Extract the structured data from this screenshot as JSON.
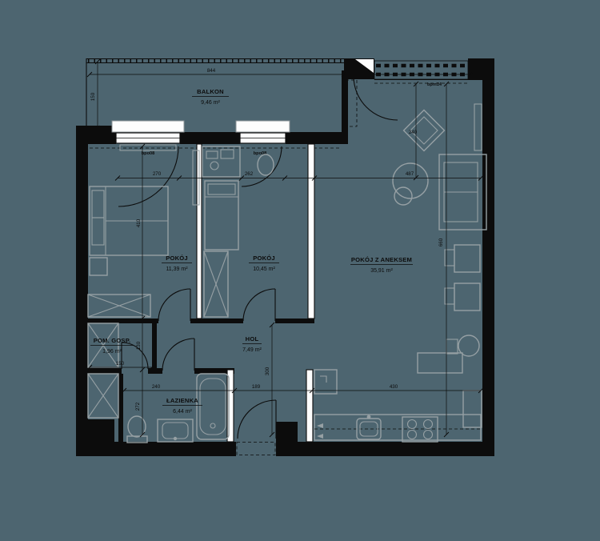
{
  "colors": {
    "background": "#4d6570",
    "walls": "#0c0c0c",
    "furniture": "#96a0a4",
    "white": "#fdfdfd"
  },
  "rooms": {
    "balkon": {
      "name": "BALKON",
      "area": "9,46 m²"
    },
    "pokoj_1": {
      "name": "POKÓJ",
      "area": "11,39 m²"
    },
    "pokoj_2": {
      "name": "POKÓJ",
      "area": "10,45 m²"
    },
    "pokoj_z_aneksem": {
      "name": "POKÓJ Z ANEKSEM",
      "area": "35,91 m²"
    },
    "hol": {
      "name": "HOL",
      "area": "7,49 m²"
    },
    "pom_gosp": {
      "name": "POM. GOSP.",
      "area": "1,96 m²"
    },
    "lazienka": {
      "name": "ŁAZIENKA",
      "area": "6,44 m²"
    }
  },
  "windows": {
    "window_1": "bpo08",
    "window_2": "bpo08",
    "window_3": "bpm14"
  },
  "dimensions": {
    "top_width": "844",
    "balcony_depth": "150",
    "window_1_width": "270",
    "window_2_width": "262",
    "pokoj_1_height": "410",
    "pom_gosp_height": "130",
    "pom_gosp_width": "150",
    "lazienka_width": "240",
    "lazienka_height": "272",
    "hol_width": "189",
    "hol_height": "300",
    "living_top": "240",
    "living_width": "487",
    "living_height": "660",
    "kitchen_width": "430"
  }
}
